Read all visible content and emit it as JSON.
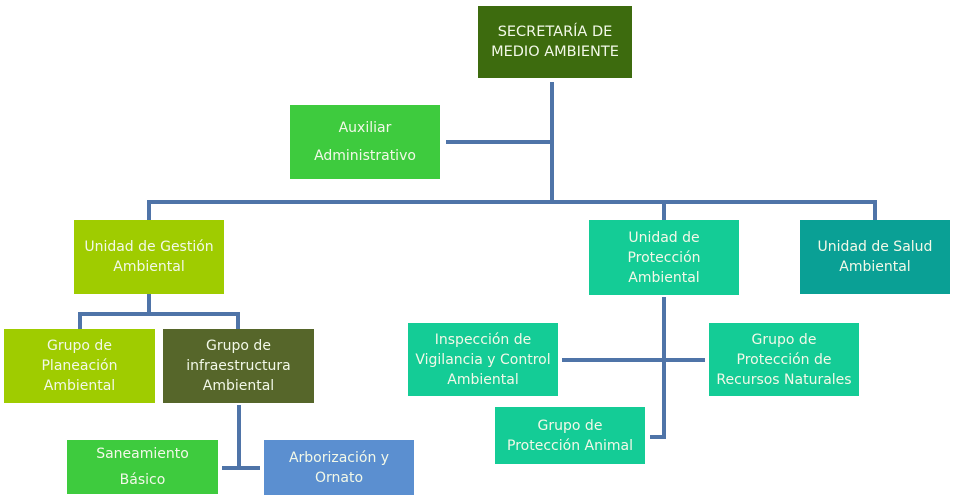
{
  "diagram": {
    "type": "org-chart",
    "root": {
      "id": "secretaria",
      "lines": [
        "SECRETARÍA DE",
        "MEDIO AMBIENTE"
      ],
      "color": "#3d6b0e"
    },
    "assistant": {
      "id": "auxiliar",
      "lines": [
        "Auxiliar",
        "Administrativo"
      ],
      "color": "#3ecb3e"
    },
    "units": [
      {
        "id": "gestion",
        "lines": [
          "Unidad de Gestión",
          "Ambiental"
        ],
        "color": "#9fcc00",
        "children": [
          {
            "id": "planeacion",
            "lines": [
              "Grupo de",
              "Planeación",
              "Ambiental"
            ],
            "color": "#9fcc00"
          },
          {
            "id": "infraestructura",
            "lines": [
              "Grupo de",
              "infraestructura",
              "Ambiental"
            ],
            "color": "#56662a",
            "children": [
              {
                "id": "saneamiento",
                "lines": [
                  "Saneamiento",
                  "Básico"
                ],
                "color": "#3ecb3e"
              },
              {
                "id": "arborizacion",
                "lines": [
                  "Arborización y",
                  "Ornato"
                ],
                "color": "#5b8fd0"
              }
            ]
          }
        ]
      },
      {
        "id": "proteccion",
        "lines": [
          "Unidad de",
          "Protección",
          "Ambiental"
        ],
        "color": "#14cc96",
        "children": [
          {
            "id": "inspeccion",
            "lines": [
              "Inspección de",
              "Vigilancia y Control",
              "Ambiental"
            ],
            "color": "#14cc96"
          },
          {
            "id": "recursos",
            "lines": [
              "Grupo de",
              "Protección de",
              "Recursos Naturales"
            ],
            "color": "#14cc96"
          },
          {
            "id": "animal",
            "lines": [
              "Grupo de",
              "Protección Animal"
            ],
            "color": "#14cc96"
          }
        ]
      },
      {
        "id": "salud",
        "lines": [
          "Unidad de Salud",
          "Ambiental"
        ],
        "color": "#0aa095"
      }
    ],
    "connector_color": "#4f74a8"
  }
}
